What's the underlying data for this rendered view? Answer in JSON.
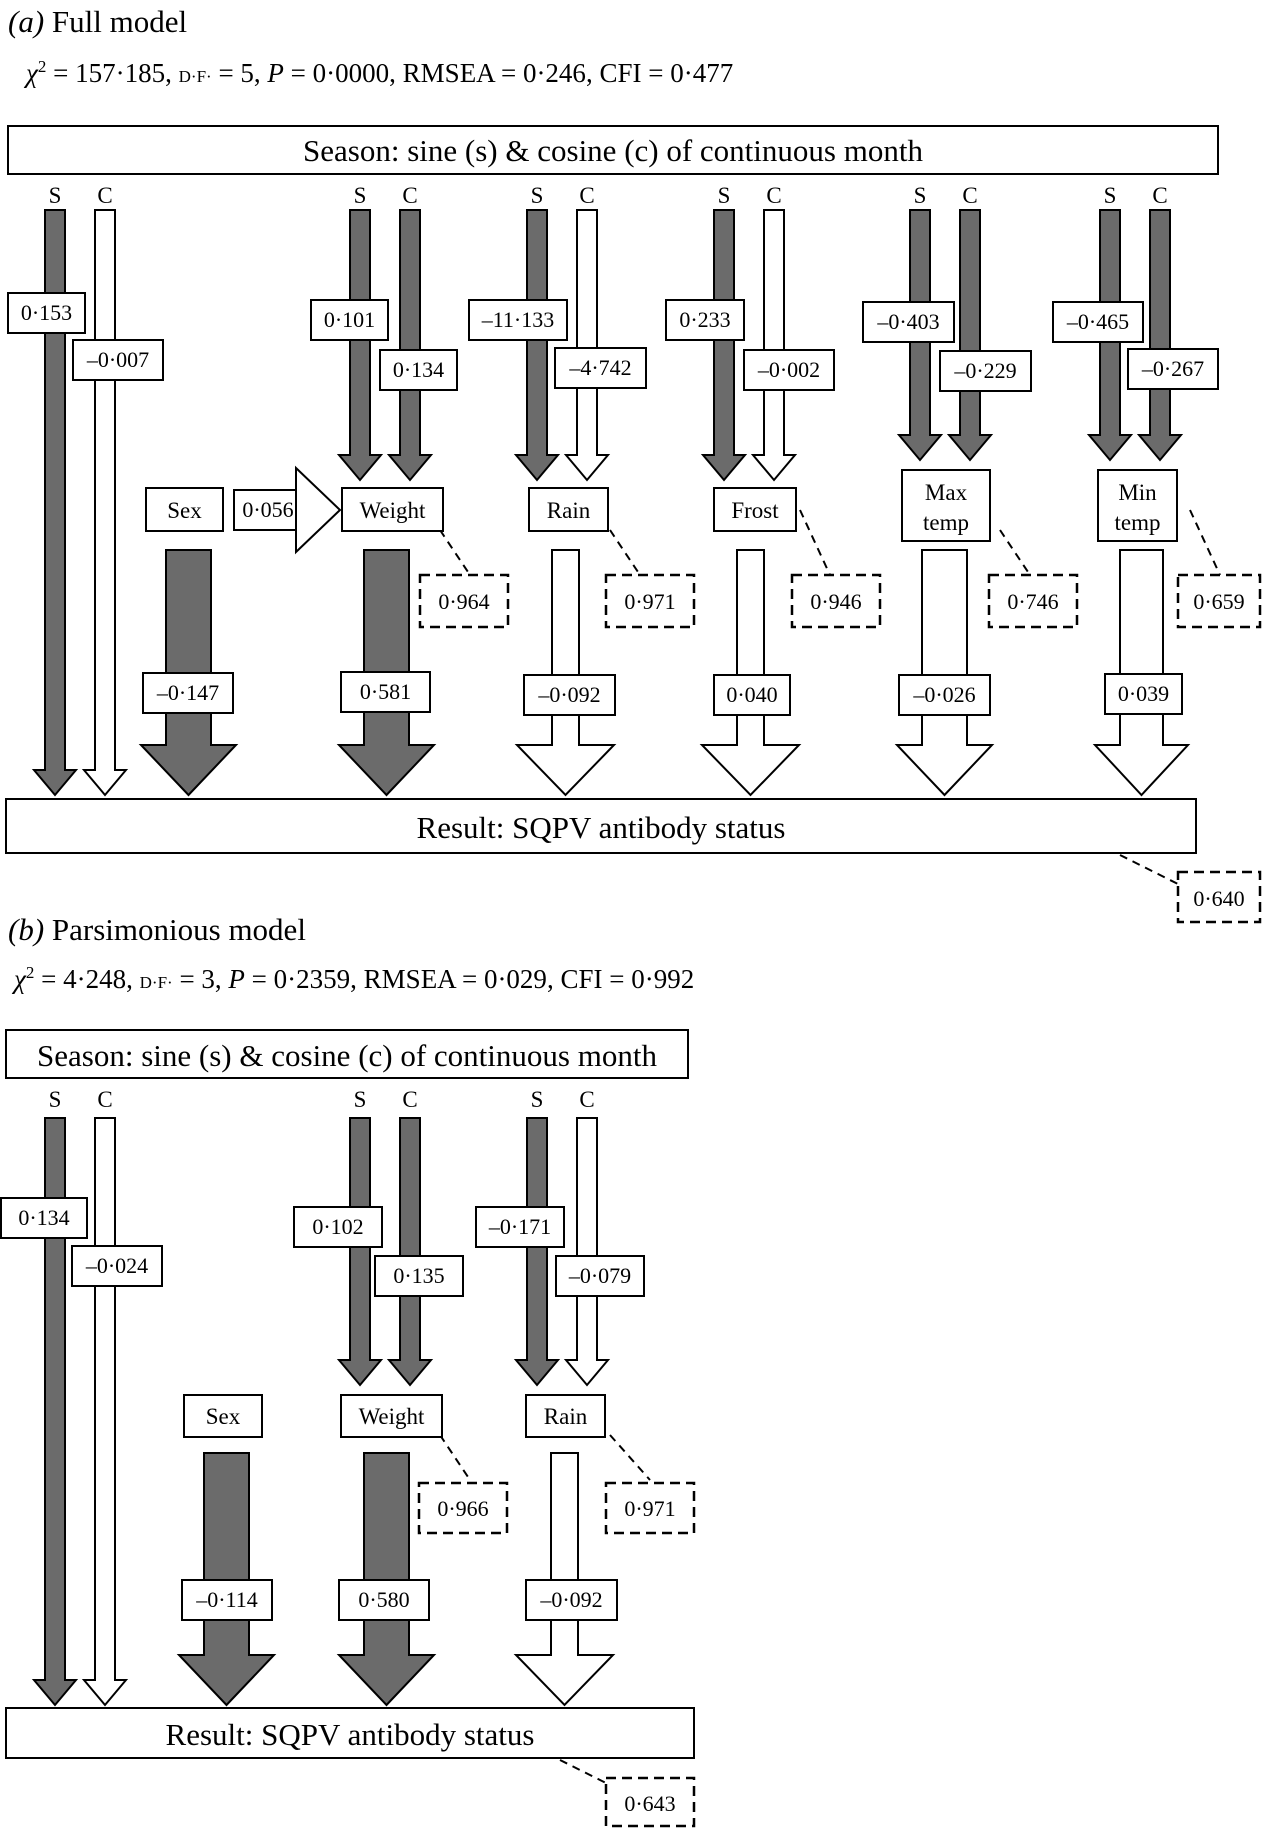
{
  "panels": [
    {
      "title_label": "(a)",
      "title": "Full model",
      "stats": {
        "chi2": "157·185",
        "df": "5",
        "p": "0·0000",
        "rmsea": "0·246",
        "cfi": "0·477"
      },
      "season_label": "Season: sine (s) & cosine (c) of continuous month",
      "result_label": "Result: SQPV antibody status",
      "result_error": "0·640",
      "sc_labels": [
        "S",
        "C"
      ],
      "direct_season_effects": {
        "s": "0·153",
        "c": "–0·007"
      },
      "sex_to_weight": "0·056",
      "variables": [
        {
          "name": "Sex",
          "to_result": "–0·147",
          "positive": false
        },
        {
          "name": "Weight",
          "s": "0·101",
          "c": "0·134",
          "to_result": "0·581",
          "error": "0·964",
          "positive": true
        },
        {
          "name": "Rain",
          "s": "–11·133",
          "c": "–4·742",
          "to_result": "–0·092",
          "error": "0·971",
          "positive": false
        },
        {
          "name": "Frost",
          "s": "0·233",
          "c": "–0·002",
          "to_result": "0·040",
          "error": "0·946",
          "positive": false
        },
        {
          "name": "Max temp",
          "s": "–0·403",
          "c": "–0·229",
          "to_result": "–0·026",
          "error": "0·746",
          "positive": false
        },
        {
          "name": "Min temp",
          "s": "–0·465",
          "c": "–0·267",
          "to_result": "0·039",
          "error": "0·659",
          "positive": false
        }
      ]
    },
    {
      "title_label": "(b)",
      "title": "Parsimonious model",
      "stats": {
        "chi2": "4·248",
        "df": "3",
        "p": "0·2359",
        "rmsea": "0·029",
        "cfi": "0·992"
      },
      "season_label": "Season: sine (s) & cosine (c) of continuous month",
      "result_label": "Result: SQPV antibody status",
      "result_error": "0·643",
      "sc_labels": [
        "S",
        "C"
      ],
      "direct_season_effects": {
        "s": "0·134",
        "c": "–0·024"
      },
      "variables": [
        {
          "name": "Sex",
          "to_result": "–0·114",
          "positive": false
        },
        {
          "name": "Weight",
          "s": "0·102",
          "c": "0·135",
          "to_result": "0·580",
          "error": "0·966",
          "positive": true
        },
        {
          "name": "Rain",
          "s": "–0·171",
          "c": "–0·079",
          "to_result": "–0·092",
          "error": "0·971",
          "positive": false
        }
      ]
    }
  ],
  "stat_labels": {
    "chi": "χ",
    "df": "D·F·",
    "p": "P",
    "rmsea": "RMSEA",
    "cfi": "CFI"
  },
  "colors": {
    "positive_arrow": "#6b6b6b",
    "negative_arrow": "#ffffff",
    "stroke": "#000000"
  }
}
